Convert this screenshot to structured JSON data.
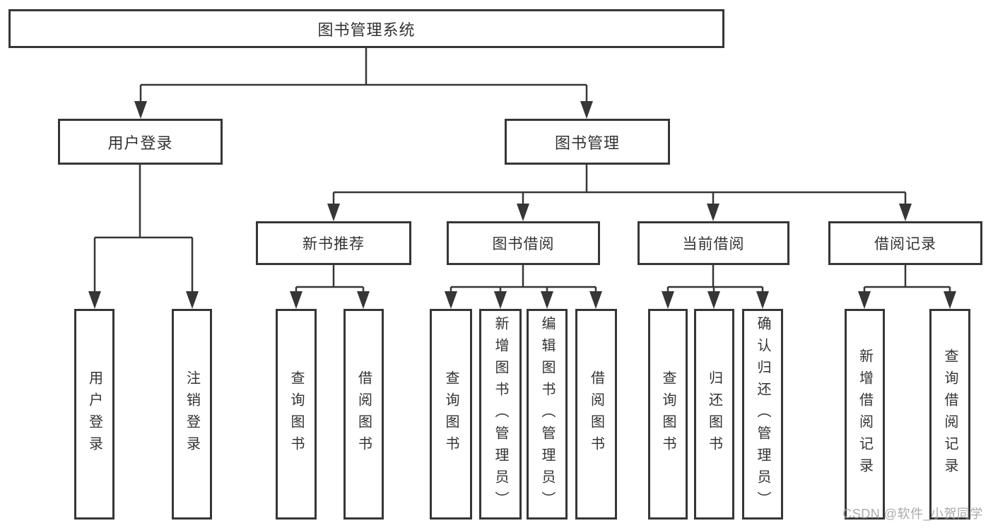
{
  "diagram": {
    "root": {
      "label": "图书管理系统"
    },
    "modules": [
      {
        "label": "用户登录",
        "children": [
          {
            "label": "用户登录"
          },
          {
            "label": "注销登录"
          }
        ]
      },
      {
        "label": "图书管理",
        "children": [
          {
            "label": "新书推荐",
            "children": [
              {
                "label": "查询图书"
              },
              {
                "label": "借阅图书"
              }
            ]
          },
          {
            "label": "图书借阅",
            "children": [
              {
                "label": "查询图书"
              },
              {
                "label": "新增图书（管理员）"
              },
              {
                "label": "编辑图书（管理员）"
              },
              {
                "label": "借阅图书"
              }
            ]
          },
          {
            "label": "当前借阅",
            "children": [
              {
                "label": "查询图书"
              },
              {
                "label": "归还图书"
              },
              {
                "label": "确认归还（管理员）"
              }
            ]
          },
          {
            "label": "借阅记录",
            "children": [
              {
                "label": "新增借阅记录"
              },
              {
                "label": "查询借阅记录"
              }
            ]
          }
        ]
      }
    ]
  },
  "watermark": {
    "text": "CSDN @软件_小贺同学"
  },
  "colors": {
    "line": "#363636",
    "text": "#333333",
    "background": "#ffffff",
    "watermark": "#9b9b9b"
  }
}
